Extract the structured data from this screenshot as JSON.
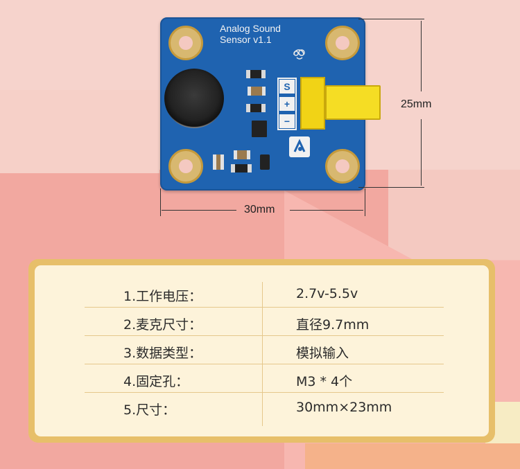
{
  "colors": {
    "background": "#f4c9c1",
    "pcb": "#1f63b0",
    "card_border": "#e7bf6a",
    "card_fill": "#fdf3da",
    "row_divider": "#e5c78b"
  },
  "board": {
    "silkscreen_line1": "Analog Sound",
    "silkscreen_line2": "Sensor v1.1",
    "pins": [
      "S",
      "+",
      "−"
    ],
    "brand_icon": "leaf-logo-icon"
  },
  "dimensions": {
    "height_label": "25mm",
    "width_label": "30mm"
  },
  "specs": {
    "rows": [
      {
        "label": "1.工作电压：",
        "value": "2.7v-5.5v"
      },
      {
        "label": "2.麦克尺寸：",
        "value": "直径9.7mm"
      },
      {
        "label": "3.数据类型：",
        "value": "模拟输入"
      },
      {
        "label": "4.固定孔：",
        "value": "M3 * 4个"
      },
      {
        "label": "5.尺寸：",
        "value": "30mm×23mm"
      }
    ]
  }
}
